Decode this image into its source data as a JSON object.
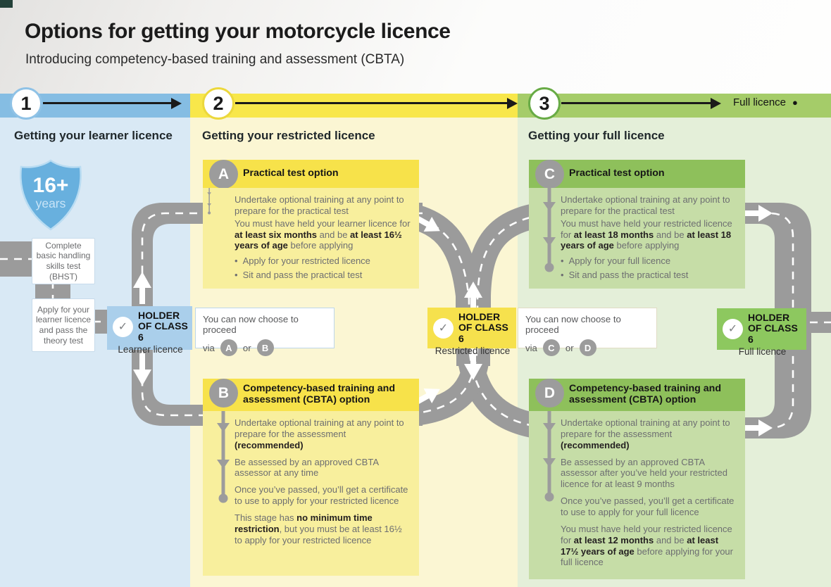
{
  "page": {
    "title": "Options for getting your motorcycle licence",
    "subtitle": "Introducing competency-based training and assessment (CBTA)"
  },
  "banner": {
    "steps": [
      "1",
      "2",
      "3"
    ],
    "full_licence_label": "Full licence",
    "end_dot_glyph": "●"
  },
  "columns": {
    "learner_heading": "Getting your learner licence",
    "restricted_heading": "Getting your restricted licence",
    "full_heading": "Getting your full licence"
  },
  "learner": {
    "shield_top": "16+",
    "shield_bottom": "years",
    "bhst_box": "Complete basic handling skills test (BHST)",
    "apply_box": "Apply for your learner licence and pass the theory test"
  },
  "icons": {
    "check_glyph": "✓"
  },
  "holders": [
    {
      "line1": "HOLDER",
      "line2": "OF CLASS 6",
      "subtitle": "Learner licence"
    },
    {
      "line1": "HOLDER",
      "line2": "OF CLASS 6",
      "subtitle": "Restricted licence"
    },
    {
      "line1": "HOLDER",
      "line2": "OF CLASS 6",
      "subtitle": "Full licence"
    }
  ],
  "choosers": [
    {
      "line1": "You can now choose to proceed",
      "via": "via",
      "or": "or",
      "first": "A",
      "second": "B"
    },
    {
      "line1": "You can now choose to proceed",
      "via": "via",
      "or": "or",
      "first": "C",
      "second": "D"
    }
  ],
  "options": [
    {
      "letter": "A",
      "title": "Practical test option",
      "paras": [
        [
          {
            "t": "Undertake optional training at any point to prepare for the practical test"
          }
        ],
        [
          {
            "t": "You must have held your learner licence for "
          },
          {
            "t": "at least six months",
            "b": true
          },
          {
            "t": " and be "
          },
          {
            "t": "at least 16½ years of age",
            "b": true
          },
          {
            "t": " before applying"
          }
        ]
      ],
      "bullets": [
        "Apply for your restricted licence",
        "Sit and pass the practical test"
      ]
    },
    {
      "letter": "B",
      "title": "Competency-based training and assessment (CBTA) option",
      "paras": [
        [
          {
            "t": "Undertake optional training at any point to prepare for the assessment "
          },
          {
            "t": "(recommended)",
            "b": true
          }
        ],
        [
          {
            "t": "Be assessed by an approved CBTA assessor at any time"
          }
        ],
        [
          {
            "t": "Once you’ve passed, you’ll get a certificate to use to apply for your restricted licence"
          }
        ],
        [
          {
            "t": "This stage has "
          },
          {
            "t": "no minimum time restriction",
            "b": true
          },
          {
            "t": ", but you must be at least 16½ to apply for your restricted licence"
          }
        ]
      ],
      "bullets": []
    },
    {
      "letter": "C",
      "title": "Practical test option",
      "paras": [
        [
          {
            "t": "Undertake optional training at any point to prepare for the practical test"
          }
        ],
        [
          {
            "t": "You must have held your restricted licence for "
          },
          {
            "t": "at least 18 months",
            "b": true
          },
          {
            "t": " and be "
          },
          {
            "t": "at least 18 years of age",
            "b": true
          },
          {
            "t": " before applying"
          }
        ]
      ],
      "bullets": [
        "Apply for your full licence",
        "Sit and pass the practical test"
      ]
    },
    {
      "letter": "D",
      "title": "Competency-based training and assessment (CBTA) option",
      "paras": [
        [
          {
            "t": "Undertake optional training at any point to prepare for the assessment "
          },
          {
            "t": "(recommended)",
            "b": true
          }
        ],
        [
          {
            "t": "Be assessed by an approved CBTA assessor after you’ve held your restricted licence for at least 9 months"
          }
        ],
        [
          {
            "t": "Once you’ve passed, you’ll get a certificate to use to apply for your full licence"
          }
        ],
        [
          {
            "t": "You must have held your restricted licence for "
          },
          {
            "t": "at least 12 months",
            "b": true
          },
          {
            "t": " and be "
          },
          {
            "t": "at least 17½ years of age",
            "b": true
          },
          {
            "t": " before applying for your full licence"
          }
        ]
      ],
      "bullets": []
    }
  ],
  "colors": {
    "band_blue": "#85bde3",
    "band_yellow": "#f8e74a",
    "band_green": "#a5cc69",
    "column_blue": "#d9e9f5",
    "column_yellow": "#fbf6d3",
    "column_green": "#e4efd9",
    "option_yellow_header": "#f7e24a",
    "option_yellow_body": "#f8ef9d",
    "option_green_header": "#8ec05b",
    "option_green_body": "#c6dda7",
    "holder_blue": "#aacfeb",
    "holder_yellow": "#f6e14d",
    "holder_green": "#8dc85f",
    "road_gray": "#9b9b9b",
    "letter_circle_gray": "#9c9c9c"
  }
}
